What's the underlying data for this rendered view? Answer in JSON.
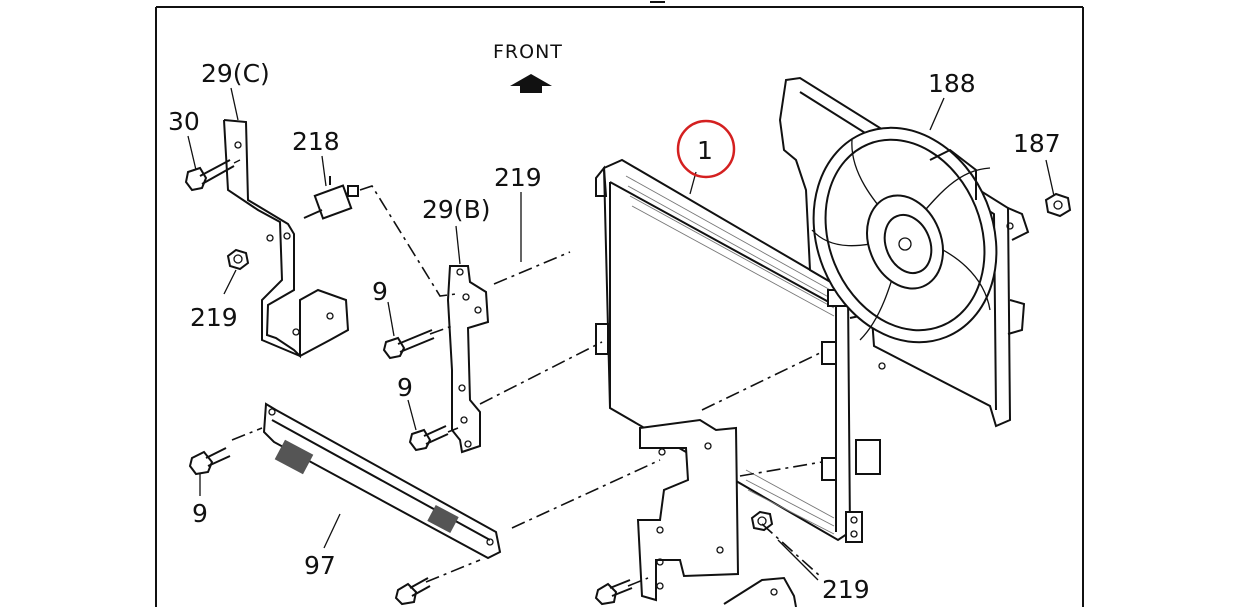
{
  "diagram": {
    "direction_label": "FRONT",
    "watermark": "",
    "callouts": {
      "c29c": "29(C)",
      "c30": "30",
      "c218": "218",
      "c219_left": "219",
      "c219_top": "219",
      "c29b": "29(B)",
      "c9_a": "9",
      "c9_b": "9",
      "c9_c": "9",
      "c97": "97",
      "c1": "1",
      "c188": "188",
      "c187": "187",
      "c219_bottom": "219"
    },
    "highlight_color": "#d42020"
  }
}
